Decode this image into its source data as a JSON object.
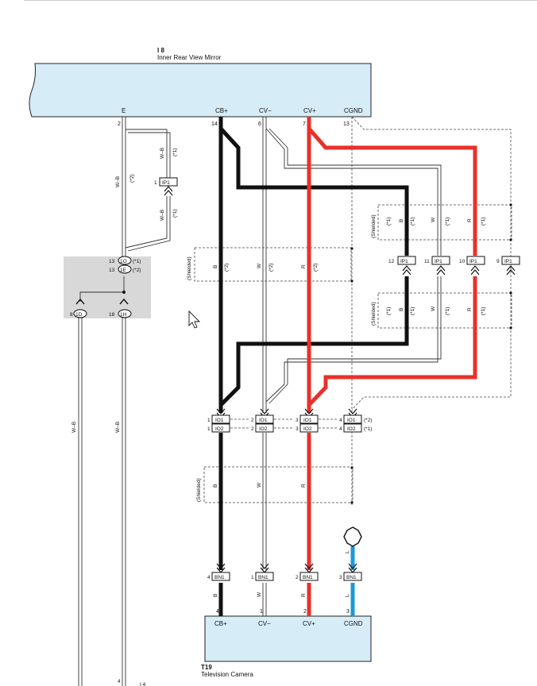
{
  "components": {
    "mirror": {
      "code": "I 8",
      "name": "Inner Rear View Mirror",
      "terminals": [
        "E",
        "CB+",
        "CV−",
        "CV+",
        "CGND"
      ],
      "pins": [
        "2",
        "14",
        "6",
        "7",
        "13"
      ]
    },
    "camera": {
      "code": "T19",
      "name": "Television Camera",
      "terminals": [
        "CB+",
        "CV−",
        "CV+",
        "CGND"
      ],
      "pins": [
        "4",
        "1",
        "2",
        "3"
      ]
    }
  },
  "wires": {
    "w_b": "W–B",
    "b": "B",
    "w": "W",
    "r": "R",
    "l": "L",
    "shielded": "(Shielded)",
    "note1": "(*1)",
    "note2": "(*2)"
  },
  "connectors": {
    "ip1": "IP1",
    "io1": "IO1",
    "io2": "IO2",
    "bn1": "BN1",
    "c1o": "1O",
    "c1e": "1E",
    "c1d": "1D",
    "c1h": "1H",
    "pins": {
      "ip1_left": "1",
      "c1o": "13",
      "c1e": "13",
      "c1d": "8",
      "c1h": "18",
      "ip1_12": "12",
      "ip1_11": "11",
      "ip1_10": "10",
      "ip1_9": "9",
      "io_1": "1",
      "io_2": "2",
      "io_3": "3",
      "io_4": "4",
      "bn_4": "4",
      "bn_1": "1",
      "bn_2": "2",
      "bn_3": "3",
      "bottom_4": "4"
    },
    "bottom_code": "I 4"
  },
  "colors": {
    "black": "#111111",
    "red": "#e8312a",
    "blue": "#1a9bd6",
    "box": "#d6ecf7",
    "gray": "#d8d8d8"
  }
}
